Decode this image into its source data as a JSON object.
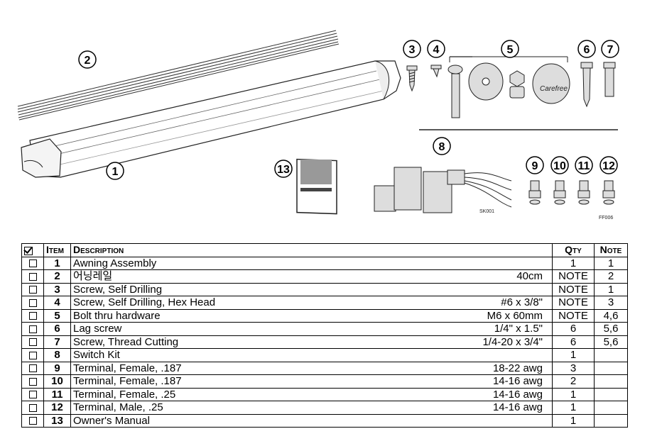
{
  "diagram": {
    "callouts": [
      "1",
      "2",
      "3",
      "4",
      "5",
      "6",
      "7",
      "8",
      "9",
      "10",
      "11",
      "12",
      "13"
    ],
    "switch_kit_code": "SK001",
    "figure_code": "FF006",
    "icons": [
      "awning-assembly-illustration",
      "rail-illustration",
      "screw-illustration",
      "bolt-hardware-illustration",
      "switch-kit-illustration",
      "terminal-illustration",
      "owners-manual-illustration"
    ]
  },
  "table": {
    "headers": {
      "item": "Item",
      "description": "Description",
      "qty": "Qty",
      "note": "Note"
    },
    "rows": [
      {
        "item": "1",
        "description": "Awning Assembly",
        "spec": "",
        "qty": "1",
        "note": "1"
      },
      {
        "item": "2",
        "description": "어닝레일",
        "spec": "40cm",
        "qty": "NOTE",
        "note": "2"
      },
      {
        "item": "3",
        "description": "Screw, Self Drilling",
        "spec": "",
        "qty": "NOTE",
        "note": "1"
      },
      {
        "item": "4",
        "description": "Screw, Self Drilling, Hex Head",
        "spec": "#6 x 3/8\"",
        "qty": "NOTE",
        "note": "3"
      },
      {
        "item": "5",
        "description": "Bolt thru hardware",
        "spec": "M6 x 60mm",
        "qty": "NOTE",
        "note": "4,6"
      },
      {
        "item": "6",
        "description": "Lag screw",
        "spec": "1/4\" x 1.5\"",
        "qty": "6",
        "note": "5,6"
      },
      {
        "item": "7",
        "description": "Screw, Thread Cutting",
        "spec": "1/4-20 x 3/4\"",
        "qty": "6",
        "note": "5,6"
      },
      {
        "item": "8",
        "description": "Switch Kit",
        "spec": "",
        "qty": "1",
        "note": ""
      },
      {
        "item": "9",
        "description": "Terminal, Female, .187",
        "spec": "18-22 awg",
        "qty": "3",
        "note": ""
      },
      {
        "item": "10",
        "description": "Terminal, Female, .187",
        "spec": "14-16 awg",
        "qty": "2",
        "note": ""
      },
      {
        "item": "11",
        "description": "Terminal, Female, .25",
        "spec": "14-16 awg",
        "qty": "1",
        "note": ""
      },
      {
        "item": "12",
        "description": "Terminal, Male, .25",
        "spec": "14-16 awg",
        "qty": "1",
        "note": ""
      },
      {
        "item": "13",
        "description": "Owner's Manual",
        "spec": "",
        "qty": "1",
        "note": ""
      }
    ]
  }
}
